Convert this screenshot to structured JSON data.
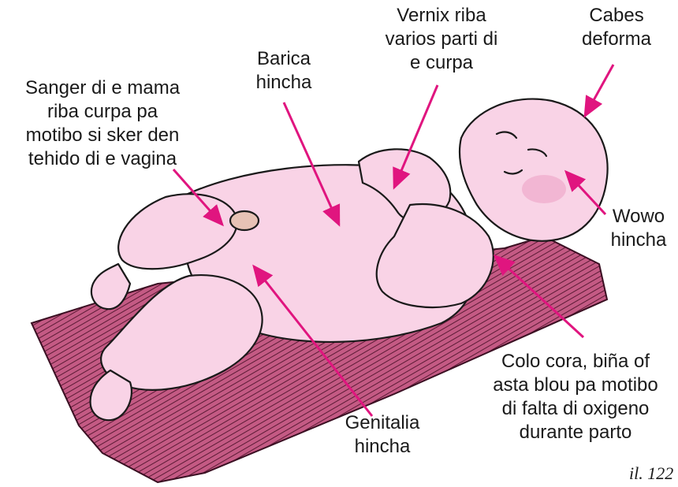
{
  "labels": {
    "vernix": "Vernix riba\nvarios parti di\ne curpa",
    "cabes": "Cabes\ndeforma",
    "barica": "Barica\nhincha",
    "sanger": "Sanger di e mama\nriba curpa pa\nmotibo si sker den\ntehido di e vagina",
    "wowo": "Wowo\nhincha",
    "colo": "Colo cora, biña of\nasta blou pa motibo\ndi falta di oxigeno\ndurante parto",
    "genitalia": "Genitalia\nhincha"
  },
  "caption": "il. 122",
  "colors": {
    "arrow": "#e0157f",
    "skin": "#f9d3e6",
    "skin_shade": "#f2b6d3",
    "blanket": "#b2456f",
    "outline": "#1a1a1a"
  }
}
